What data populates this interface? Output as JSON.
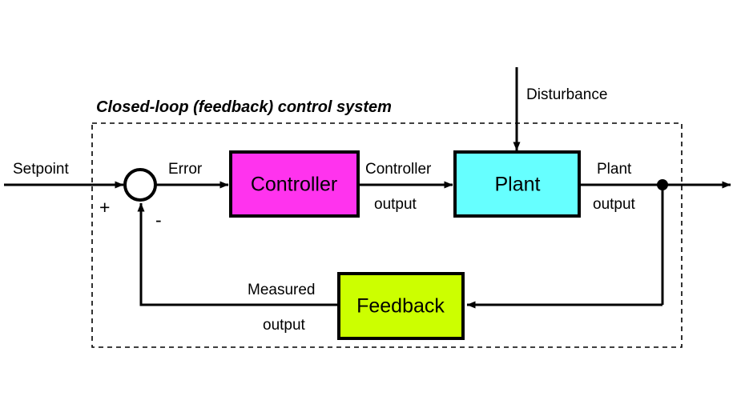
{
  "diagram": {
    "title": "Closed-loop (feedback) control system",
    "blocks": [
      {
        "id": "controller",
        "label": "Controller",
        "color": "#FF33EE"
      },
      {
        "id": "plant",
        "label": "Plant",
        "color": "#66FFFF"
      },
      {
        "id": "feedback",
        "label": "Feedback",
        "color": "#CCFF00"
      }
    ],
    "signals": {
      "setpoint": "Setpoint",
      "error": "Error",
      "controller_output_line1": "Controller",
      "controller_output_line2": "output",
      "disturbance": "Disturbance",
      "plant_output_line1": "Plant",
      "plant_output_line2": "output",
      "measured_output_line1": "Measured",
      "measured_output_line2": "output"
    },
    "summing_junction": {
      "name": "summing-junction",
      "plus_sign": "+",
      "minus_sign": "-"
    },
    "colors": {
      "stroke": "#000000",
      "background": "#FFFFFF",
      "controller_fill": "#FF33EE",
      "plant_fill": "#66FFFF",
      "feedback_fill": "#CCFF00"
    }
  }
}
